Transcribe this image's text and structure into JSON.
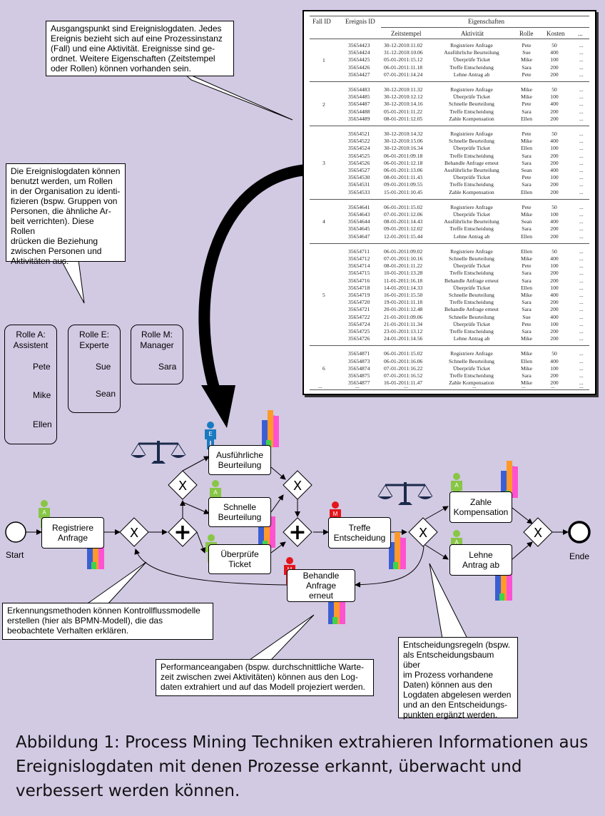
{
  "callouts": {
    "c1": "Ausgangspunkt sind Ereignislogdaten. Jedes\nEreignis bezieht sich auf eine Prozessinstanz\n(Fall) und eine Aktivität. Ereignisse sind ge-\nordnet. Weitere Eigenschaften (Zeitstempel\noder Rollen) können vorhanden sein.",
    "c2": "Die Ereignislogdaten können\nbenutzt werden, um Rollen\nin der Organisation zu identi-\nfizieren (bspw. Gruppen von\nPersonen, die ähnliche Ar-\nbeit verrichten). Diese Rollen\ndrücken die Beziehung\nzwischen Personen und\nAktivitäten aus.",
    "c3": "Erkennungsmethoden können Kontrollflussmodelle\nerstellen (hier als BPMN-Modell), die das\nbeobachtete Verhalten erklären.",
    "c4": "Performanceangaben (bspw. durchschnittliche Warte-\nzeit zwischen zwei Aktivitäten) können aus den Log-\ndaten extrahiert und auf das Modell projeziert werden.",
    "c5": "Entscheidungsregeln (bspw.\nals Entscheidungsbaum über\nim Prozess vorhandene\nDaten) können aus den\nLogdaten abgelesen werden\nund an den Entscheidungs-\npunkten ergänzt werden."
  },
  "log": {
    "col_fall": "Fall ID",
    "col_ereignis": "Ereignis ID",
    "col_eigen": "Eigenschaften",
    "col_zeit": "Zeitstempel",
    "col_akt": "Aktivität",
    "col_rolle": "Rolle",
    "col_kosten": "Kosten",
    "col_more": "...",
    "ellipsis": "...",
    "groups": [
      {
        "fall": "1",
        "rows": [
          [
            "35654423",
            "30-12-2010:11.02",
            "Registriere Anfrage",
            "Pete",
            "50"
          ],
          [
            "35654424",
            "31-12-2010:10.06",
            "Ausführliche Beurteilung",
            "Sue",
            "400"
          ],
          [
            "35654425",
            "05-01-2011:15.12",
            "Überprüfe Ticket",
            "Mike",
            "100"
          ],
          [
            "35654426",
            "06-01-2011:11.18",
            "Treffe Entscheidung",
            "Sara",
            "200"
          ],
          [
            "35654427",
            "07-01-2011:14.24",
            "Lehne Antrag ab",
            "Pete",
            "200"
          ]
        ]
      },
      {
        "fall": "2",
        "rows": [
          [
            "35654483",
            "30-12-2010:11.32",
            "Registriere Anfrage",
            "Mike",
            "50"
          ],
          [
            "35654485",
            "30-12-2010:12.12",
            "Überprüfe Ticket",
            "Mike",
            "100"
          ],
          [
            "35654487",
            "30-12-2010:14.16",
            "Schnelle Beurteilung",
            "Pete",
            "400"
          ],
          [
            "35654488",
            "05-01-2011:11.22",
            "Treffe Entscheidung",
            "Sara",
            "200"
          ],
          [
            "35654489",
            "08-01-2011:12.05",
            "Zahle Kompensation",
            "Ellen",
            "200"
          ]
        ]
      },
      {
        "fall": "3",
        "rows": [
          [
            "35654521",
            "30-12-2010:14.32",
            "Registriere Anfrage",
            "Pete",
            "50"
          ],
          [
            "35654522",
            "30-12-2010:15.06",
            "Schnelle Beurteilung",
            "Mike",
            "400"
          ],
          [
            "35654524",
            "30-12-2010:16.34",
            "Überprüfe Ticket",
            "Ellen",
            "100"
          ],
          [
            "35654525",
            "06-01-2011:09.18",
            "Treffe Entscheidung",
            "Sara",
            "200"
          ],
          [
            "35654526",
            "06-01-2011:12.18",
            "Behandle Anfrage erneut",
            "Sara",
            "200"
          ],
          [
            "35654527",
            "06-01-2011:13.06",
            "Ausführliche Beurteilung",
            "Sean",
            "400"
          ],
          [
            "35654530",
            "08-01-2011:11.43",
            "Überprüfe Ticket",
            "Pete",
            "100"
          ],
          [
            "35654531",
            "09-01-2011:09.55",
            "Treffe Entscheidung",
            "Sara",
            "200"
          ],
          [
            "35654533",
            "15-01-2011:10.45",
            "Zahle Kompensation",
            "Ellen",
            "200"
          ]
        ]
      },
      {
        "fall": "4",
        "rows": [
          [
            "35654641",
            "06-01-2011:15.02",
            "Registriere Anfrage",
            "Pete",
            "50"
          ],
          [
            "35654643",
            "07-01-2011:12.06",
            "Überprüfe Ticket",
            "Mike",
            "100"
          ],
          [
            "35654644",
            "08-01-2011:14.43",
            "Ausführliche Beurteilung",
            "Sean",
            "400"
          ],
          [
            "35654645",
            "09-01-2011:12.02",
            "Treffe Entscheidung",
            "Sara",
            "200"
          ],
          [
            "35654647",
            "12-01-2011:15.44",
            "Lehne Antrag ab",
            "Ellen",
            "200"
          ]
        ]
      },
      {
        "fall": "5",
        "rows": [
          [
            "35654711",
            "06-01-2011:09.02",
            "Registriere Anfrage",
            "Ellen",
            "50"
          ],
          [
            "35654712",
            "07-01-2011:10.16",
            "Schnelle Beurteilung",
            "Mike",
            "400"
          ],
          [
            "35654714",
            "08-01-2011:11.22",
            "Überprüfe Ticket",
            "Pete",
            "100"
          ],
          [
            "35654715",
            "10-01-2011:13.28",
            "Treffe Entscheidung",
            "Sara",
            "200"
          ],
          [
            "35654716",
            "11-01-2011:16.18",
            "Behandle Anfrage erneut",
            "Sara",
            "200"
          ],
          [
            "35654718",
            "14-01-2011:14.33",
            "Überprüfe Ticket",
            "Ellen",
            "100"
          ],
          [
            "35654719",
            "16-01-2011:15.50",
            "Schnelle Beurteilung",
            "Mike",
            "400"
          ],
          [
            "35654720",
            "19-01-2011:11.18",
            "Treffe Entscheidung",
            "Sara",
            "200"
          ],
          [
            "35654721",
            "20-01-2011:12.48",
            "Behandle Anfrage erneut",
            "Sara",
            "200"
          ],
          [
            "35654722",
            "21-01-2011:09.06",
            "Schnelle Beurteilung",
            "Sue",
            "400"
          ],
          [
            "35654724",
            "21-01-2011:11.34",
            "Überprüfe Ticket",
            "Pete",
            "100"
          ],
          [
            "35654725",
            "23-01-2011:13.12",
            "Treffe Entscheidung",
            "Sara",
            "200"
          ],
          [
            "35654726",
            "24-01-2011:14.56",
            "Lehne Antrag ab",
            "Mike",
            "200"
          ]
        ]
      },
      {
        "fall": "6",
        "rows": [
          [
            "35654871",
            "06-01-2011:15.02",
            "Registriere Anfrage",
            "Mike",
            "50"
          ],
          [
            "35654873",
            "06-01-2011:16.06",
            "Schnelle Beurteilung",
            "Ellen",
            "400"
          ],
          [
            "35654874",
            "07-01-2011:16.22",
            "Überprüfe Ticket",
            "Mike",
            "100"
          ],
          [
            "35654875",
            "07-01-2011:16.52",
            "Treffe Entscheidung",
            "Sara",
            "200"
          ],
          [
            "35654877",
            "16-01-2011:11.47",
            "Zahle Kompensation",
            "Mike",
            "200"
          ]
        ]
      }
    ]
  },
  "roles": {
    "a_title": "Rolle A:\nAssistent",
    "e_title": "Rolle E:\nExperte",
    "m_title": "Rolle M:\nManager",
    "a_people": [
      "Pete",
      "Mike",
      "Ellen"
    ],
    "e_people": [
      "Sue",
      "Sean"
    ],
    "m_people": [
      "Sara"
    ],
    "badge_a": "A",
    "badge_e": "E",
    "badge_m": "M"
  },
  "colors": {
    "assistant": "#88c645",
    "expert": "#1a7ac0",
    "manager": "#e4161b",
    "background": "#d2c9e3"
  },
  "model": {
    "start": "Start",
    "end": "Ende",
    "xor_symbol": "X",
    "and_symbol": "+",
    "tasks": {
      "registriere": "Registriere\nAnfrage",
      "ausfuehrlich": "Ausführliche\nBeurteilung",
      "schnell": "Schnelle\nBeurteilung",
      "ueberpruefe": "Überprüfe\nTicket",
      "treffe": "Treffe\nEntscheidung",
      "behandle": "Behandle\nAnfrage\nerneut",
      "zahle": "Zahle\nKompensation",
      "lehne": "Lehne\nAntrag ab"
    },
    "icons": [
      "balance-scale-icon",
      "bar-chart-icon",
      "person-icon"
    ]
  },
  "caption": "Abbildung 1: Process Mining Techniken extrahieren Informationen aus Ereignislogdaten mit denen Prozesse erkannt, überwacht und verbessert werden können."
}
